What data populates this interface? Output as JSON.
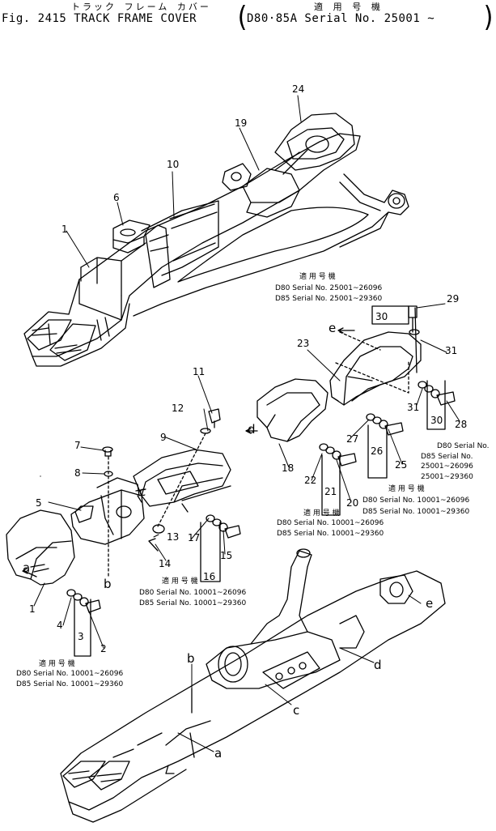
{
  "header": {
    "title_kana": "トラック フレーム カバー",
    "title": "Fig. 2415 TRACK FRAME COVER",
    "applic_kana": "適 用 号 機",
    "applic": "D80·85A  Serial  No. 25001 ~"
  },
  "callouts": [
    "1",
    "2",
    "3",
    "4",
    "5",
    "6",
    "7",
    "8",
    "9",
    "10",
    "11",
    "12",
    "13",
    "14",
    "15",
    "16",
    "17",
    "18",
    "19",
    "20",
    "21",
    "22",
    "23",
    "24",
    "25",
    "26",
    "27",
    "28",
    "29",
    "30",
    "31"
  ],
  "ref_letters": [
    "a",
    "b",
    "c",
    "d",
    "e"
  ],
  "serial_notes": {
    "note_a": {
      "heading": "適 用 号 機",
      "line1": "D80 Serial No. 25001~26096",
      "line2": "D85 Serial No. 25001~29360"
    },
    "note_b": {
      "line1": "D80 Serial No.",
      "line2": "D85 Serial No.",
      "line3": "25001~26096",
      "line4": "25001~29360"
    },
    "note_c": {
      "heading": "適 用 号 機",
      "line1": "D80 Serial No. 10001~26096",
      "line2": "D85 Serial No. 10001~29360"
    },
    "note_d": {
      "heading": "適 用 号 機",
      "line1": "D80 Serial No. 10001~26096",
      "line2": "D85 Serial No. 10001~29360"
    },
    "note_e": {
      "heading": "適 用 号 機",
      "line1": "D80 Serial No. 10001~26096",
      "line2": "D85 Serial No. 10001~29360"
    },
    "note_f": {
      "heading": "適 用 号 機",
      "line1": "D80 Serial No. 10001~26096",
      "line2": "D85 Serial No. 10001~29360"
    }
  }
}
